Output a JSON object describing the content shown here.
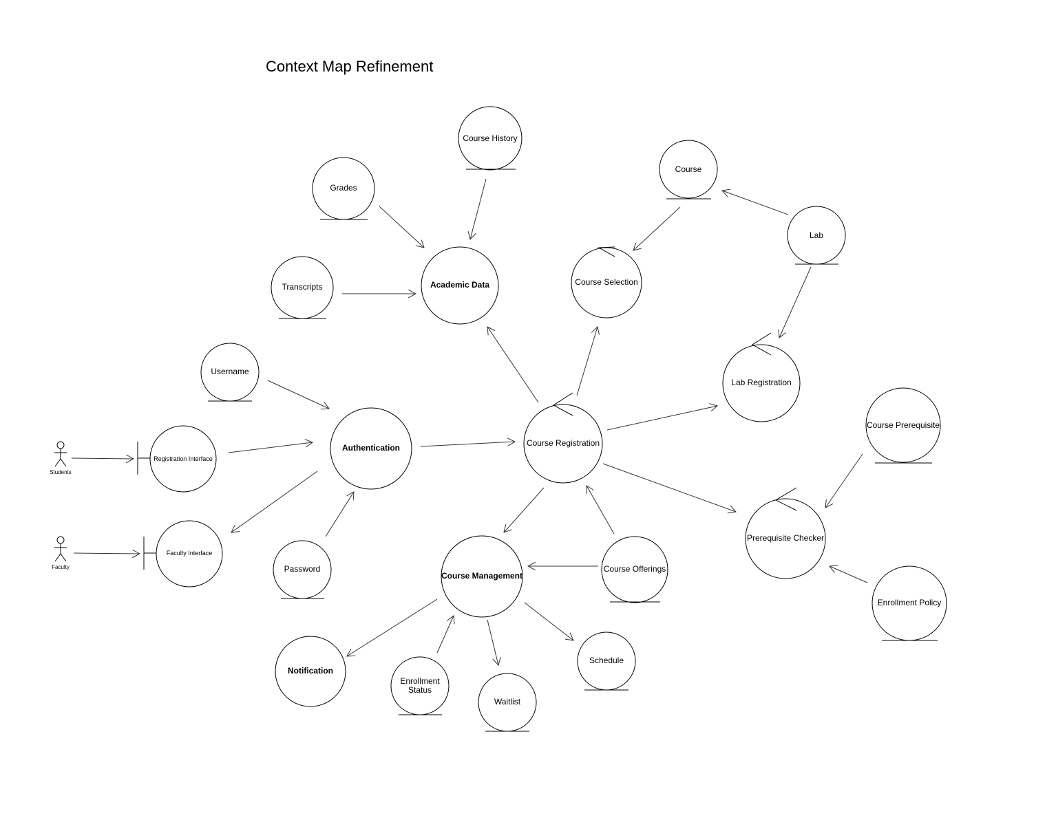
{
  "title": "Context Map Refinement",
  "actors": {
    "students": "Students",
    "faculty": "Faculty"
  },
  "nodes": {
    "course_history": "Course History",
    "grades": "Grades",
    "transcripts": "Transcripts",
    "academic_data": "Academic Data",
    "course": "Course",
    "course_selection": "Course Selection",
    "lab": "Lab",
    "lab_registration": "Lab Registration",
    "username": "Username",
    "registration_interface": "Registration Interface",
    "authentication": "Authentication",
    "course_registration": "Course Registration",
    "course_prerequisite": "Course Prerequisite",
    "prerequisite_checker": "Prerequisite Checker",
    "faculty_interface": "Faculty Interface",
    "password": "Password",
    "course_management": "Course Management",
    "course_offerings": "Course Offerings",
    "enrollment_policy": "Enrollment Policy",
    "notification": "Notification",
    "enrollment_status_1": "Enrollment",
    "enrollment_status_2": "Status",
    "waitlist": "Waitlist",
    "schedule": "Schedule"
  }
}
